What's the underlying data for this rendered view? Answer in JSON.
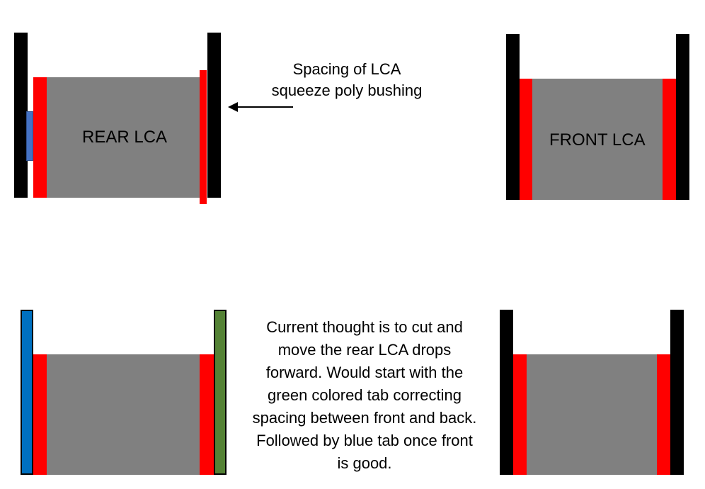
{
  "diagram": {
    "colors": {
      "frame": "#000000",
      "bushing": "#ff0000",
      "arm": "#808080",
      "blue_tab": "#0070c0",
      "blue_tab_small": "#4472c4",
      "green_tab": "#548235"
    },
    "rear_lca": {
      "label": "REAR LCA"
    },
    "front_lca": {
      "label": "FRONT LCA"
    },
    "spacing_note": {
      "lines": [
        "Spacing of LCA",
        "squeeze poly bushing"
      ]
    },
    "arrow": {
      "direction": "left"
    },
    "proposal_note": {
      "lines": [
        "Current thought is to cut and",
        "move the rear LCA drops",
        "forward. Would start with the",
        "green colored tab correcting",
        "spacing between front and back.",
        "Followed by blue tab once front",
        "is good."
      ]
    }
  }
}
